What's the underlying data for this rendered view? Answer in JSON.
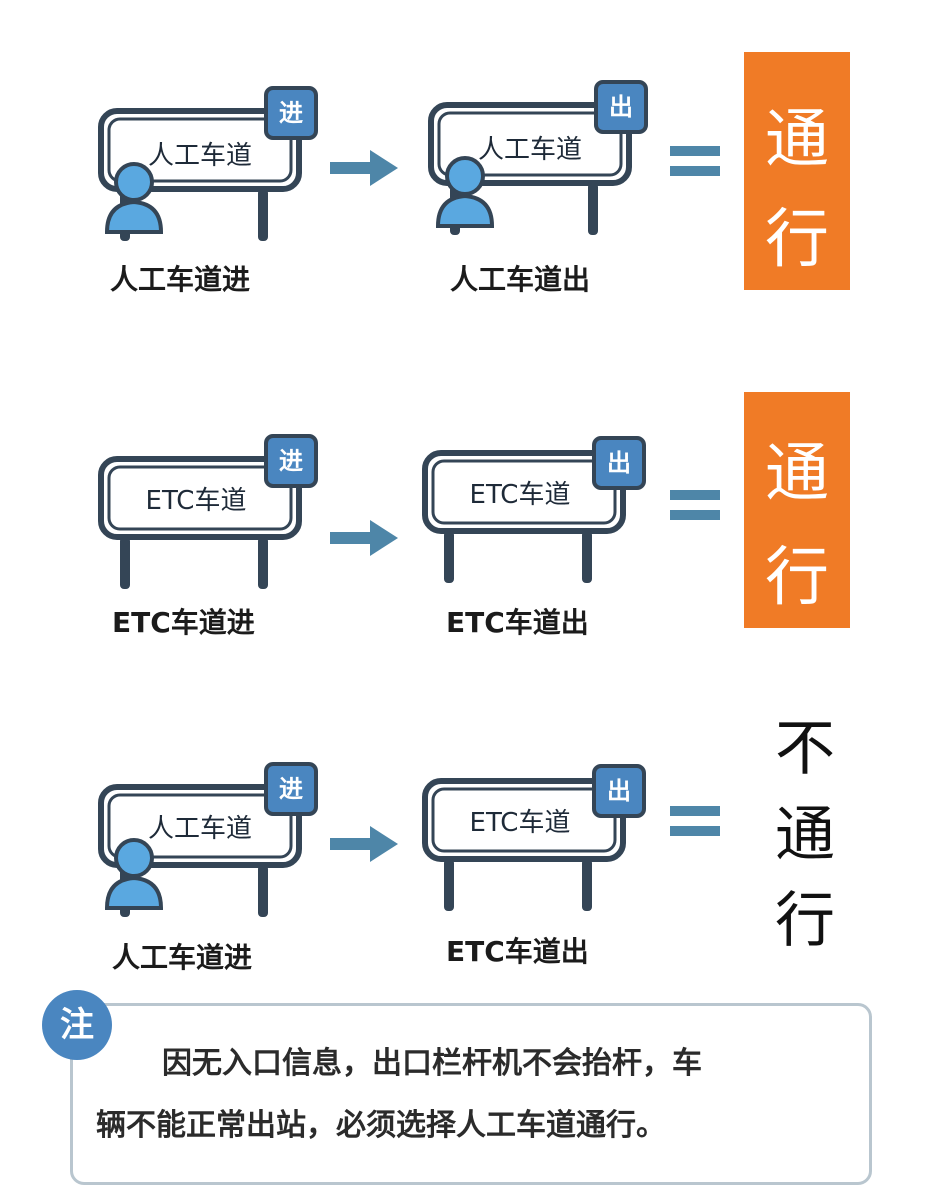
{
  "colors": {
    "sign_border": "#344556",
    "badge_fill": "#4a86c0",
    "arrow": "#4e86a8",
    "pass_box": "#f07b26",
    "person": "#5aa8e0"
  },
  "rows": [
    {
      "entry": {
        "sign_text": "人工车道",
        "badge": "进",
        "caption": "人工车道进",
        "person_icon": "person-icon"
      },
      "exit": {
        "sign_text": "人工车道",
        "badge": "出",
        "caption": "人工车道出",
        "person_icon": "person-icon"
      },
      "result": {
        "char1": "通",
        "char2": "行"
      }
    },
    {
      "entry": {
        "sign_text": "ETC车道",
        "badge": "进",
        "caption": "ETC车道进"
      },
      "exit": {
        "sign_text": "ETC车道",
        "badge": "出",
        "caption": "ETC车道出"
      },
      "result": {
        "char1": "通",
        "char2": "行"
      }
    },
    {
      "entry": {
        "sign_text": "人工车道",
        "badge": "进",
        "caption": "人工车道进",
        "person_icon": "person-icon"
      },
      "exit": {
        "sign_text": "ETC车道",
        "badge": "出",
        "caption": "ETC车道出"
      },
      "result": {
        "char1": "不",
        "char2": "通",
        "char3": "行"
      }
    }
  ],
  "note": {
    "icon_text": "注",
    "line1": "因无入口信息，出口栏杆机不会抬杆，车",
    "line2": "辆不能正常出站，必须选择人工车道通行。"
  }
}
